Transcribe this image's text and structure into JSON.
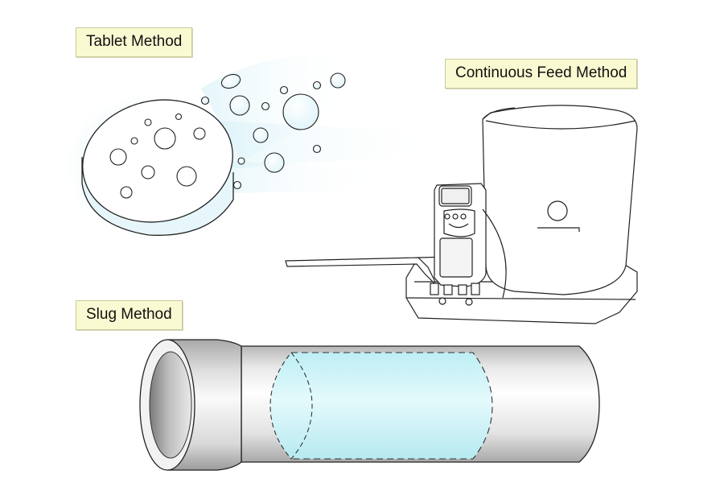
{
  "labels": {
    "tablet": "Tablet Method",
    "continuous_feed": "Continuous Feed Method",
    "slug": "Slug Method"
  },
  "colors": {
    "label_bg": "#fafad2",
    "line": "#222222",
    "liquid": "#cdf3f7",
    "pipe_light": "#f2f2f2",
    "pipe_dark": "#9a9a9a"
  }
}
